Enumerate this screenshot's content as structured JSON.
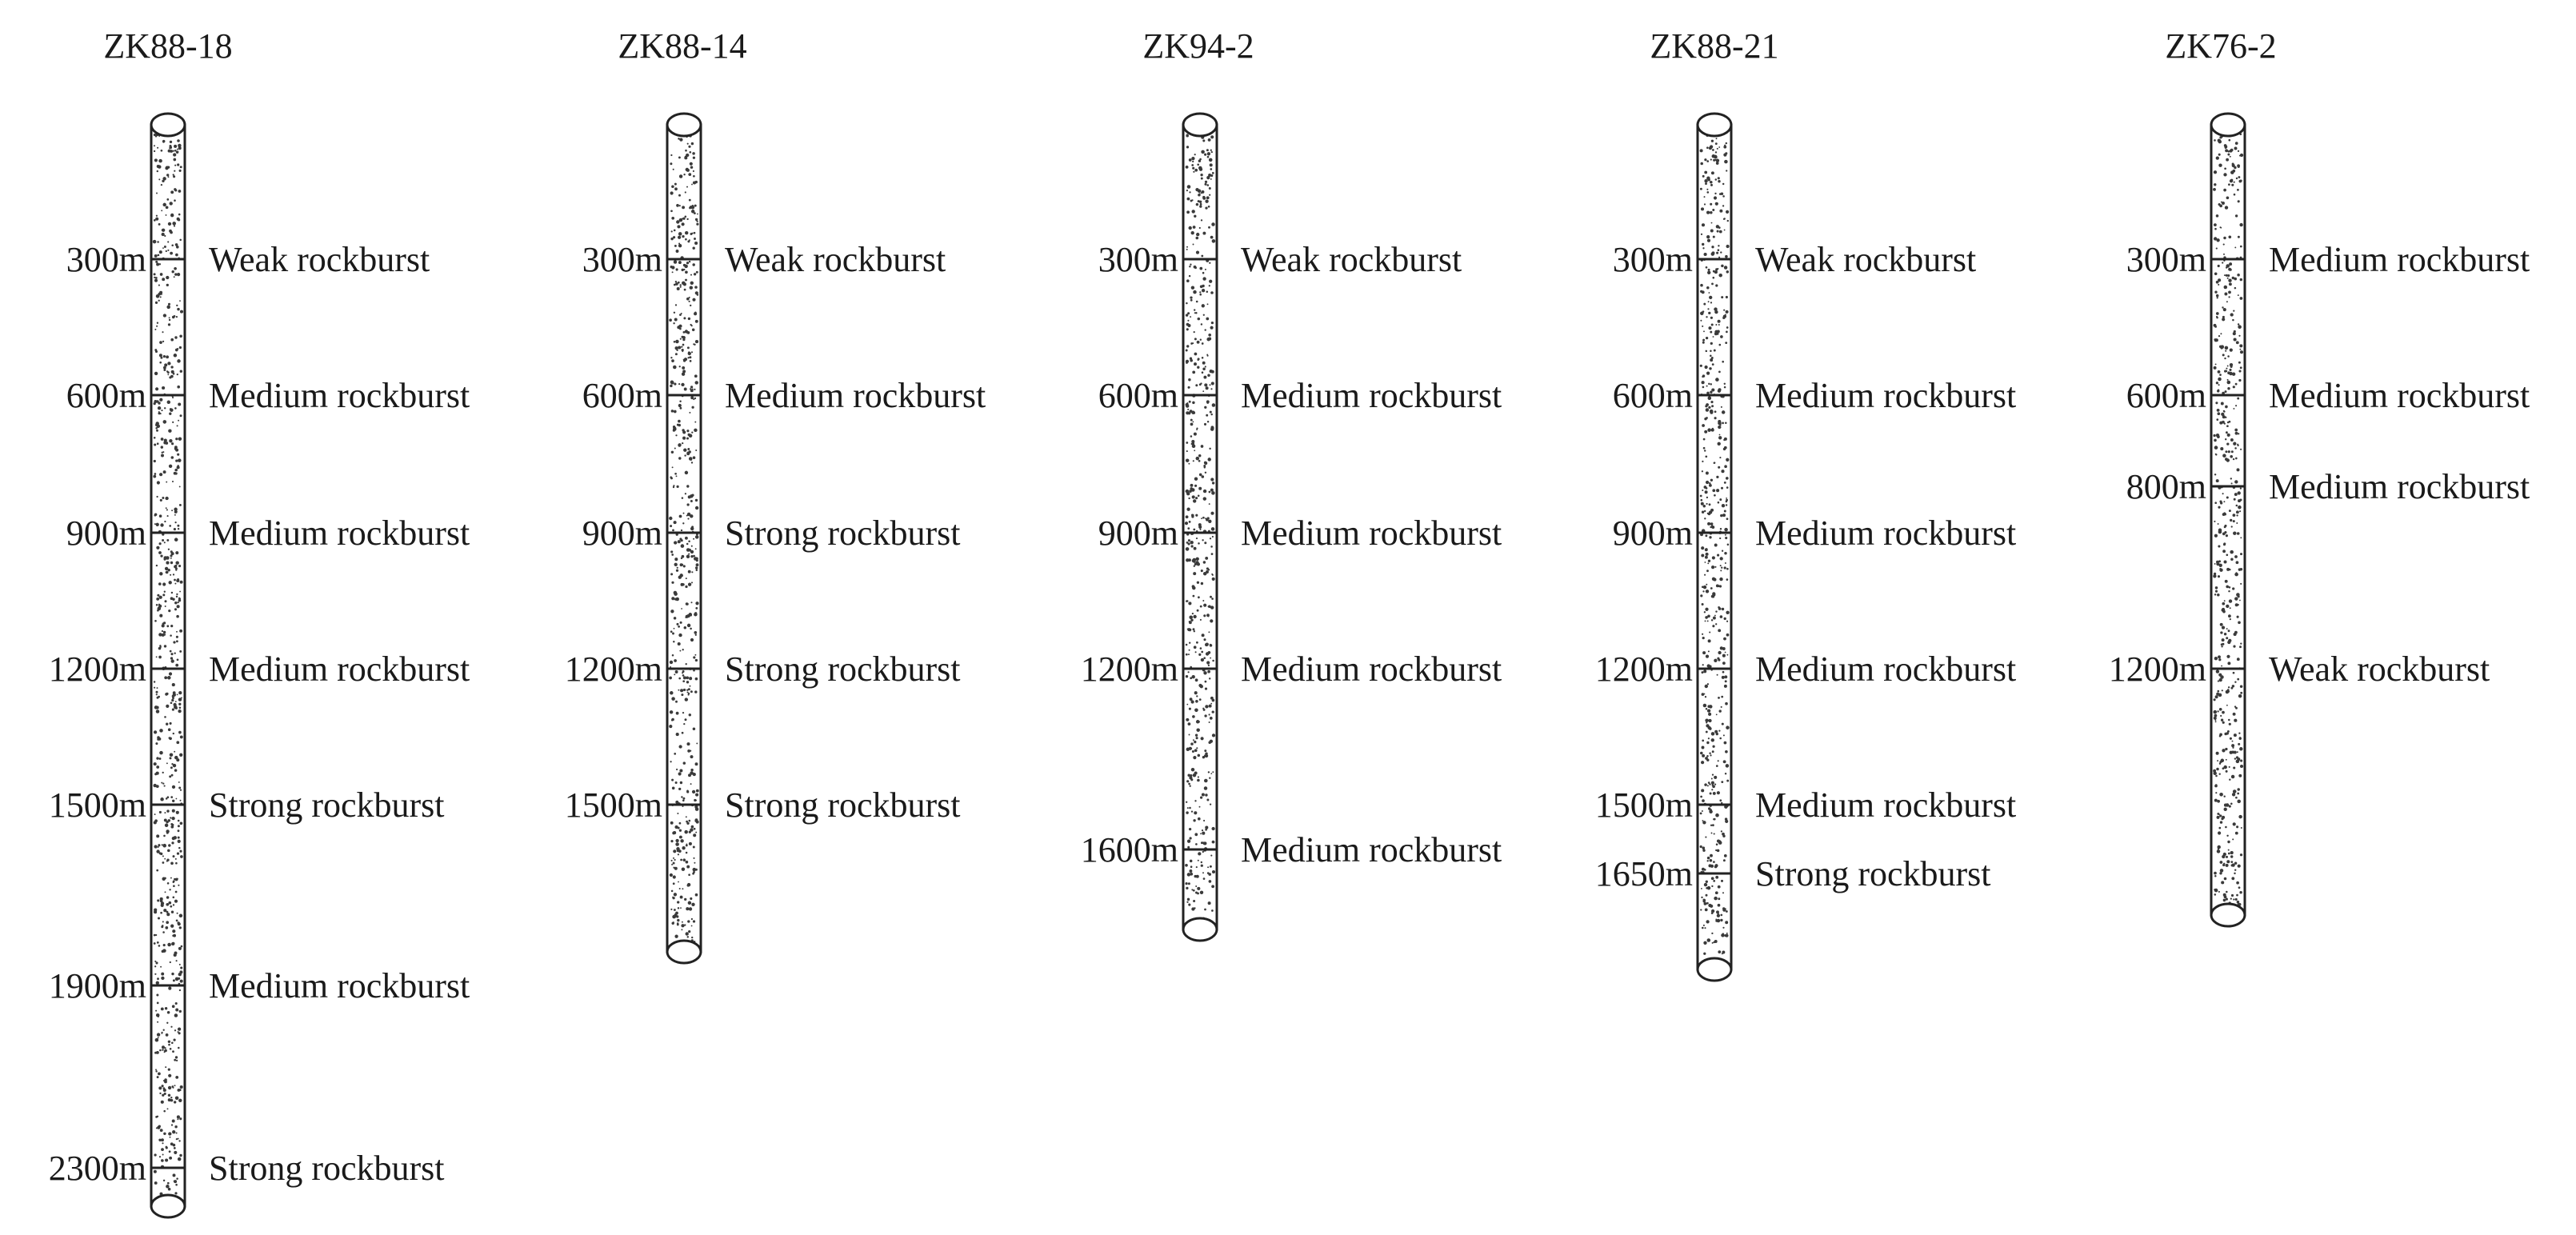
{
  "boreholes": [
    {
      "name": "ZK88-18",
      "markers": [
        {
          "depth": "300m",
          "grade": "Weak rockburst"
        },
        {
          "depth": "600m",
          "grade": "Medium rockburst"
        },
        {
          "depth": "900m",
          "grade": "Medium rockburst"
        },
        {
          "depth": "1200m",
          "grade": "Medium rockburst"
        },
        {
          "depth": "1500m",
          "grade": "Strong rockburst"
        },
        {
          "depth": "1900m",
          "grade": "Medium rockburst"
        },
        {
          "depth": "2300m",
          "grade": "Strong rockburst"
        }
      ]
    },
    {
      "name": "ZK88-14",
      "markers": [
        {
          "depth": "300m",
          "grade": "Weak rockburst"
        },
        {
          "depth": "600m",
          "grade": "Medium rockburst"
        },
        {
          "depth": "900m",
          "grade": "Strong rockburst"
        },
        {
          "depth": "1200m",
          "grade": "Strong rockburst"
        },
        {
          "depth": "1500m",
          "grade": "Strong rockburst"
        }
      ]
    },
    {
      "name": "ZK94-2",
      "markers": [
        {
          "depth": "300m",
          "grade": "Weak rockburst"
        },
        {
          "depth": "600m",
          "grade": "Medium rockburst"
        },
        {
          "depth": "900m",
          "grade": "Medium rockburst"
        },
        {
          "depth": "1200m",
          "grade": "Medium rockburst"
        },
        {
          "depth": "1600m",
          "grade": "Medium rockburst"
        }
      ]
    },
    {
      "name": "ZK88-21",
      "markers": [
        {
          "depth": "300m",
          "grade": "Weak rockburst"
        },
        {
          "depth": "600m",
          "grade": "Medium rockburst"
        },
        {
          "depth": "900m",
          "grade": "Medium rockburst"
        },
        {
          "depth": "1200m",
          "grade": "Medium rockburst"
        },
        {
          "depth": "1500m",
          "grade": "Medium rockburst"
        },
        {
          "depth": "1650m",
          "grade": "Strong rockburst"
        }
      ]
    },
    {
      "name": "ZK76-2",
      "markers": [
        {
          "depth": "300m",
          "grade": "Medium rockburst"
        },
        {
          "depth": "600m",
          "grade": "Medium rockburst"
        },
        {
          "depth": "800m",
          "grade": "Medium rockburst"
        },
        {
          "depth": "1200m",
          "grade": "Weak rockburst"
        }
      ]
    }
  ]
}
